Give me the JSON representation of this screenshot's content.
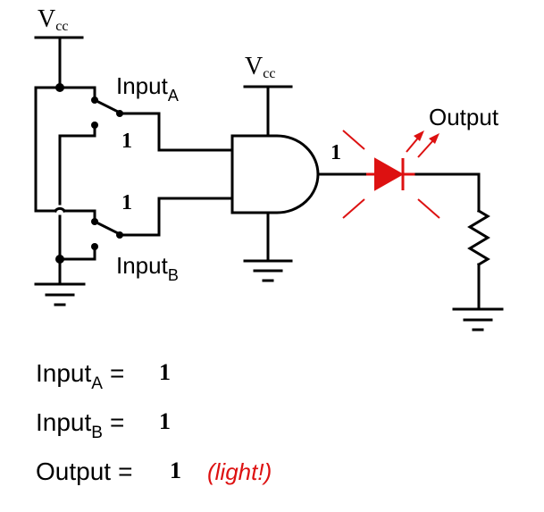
{
  "colors": {
    "wire": "#000000",
    "led": "#dd1111",
    "background": "#ffffff"
  },
  "labels": {
    "vcc_left": {
      "main": "V",
      "sub": "cc"
    },
    "vcc_gate": {
      "main": "V",
      "sub": "cc"
    },
    "input_a": {
      "main": "Input",
      "sub": "A"
    },
    "input_b": {
      "main": "Input",
      "sub": "B"
    },
    "output": "Output",
    "switch_a_state": "1",
    "switch_b_state": "1",
    "gate_output_state": "1"
  },
  "truth": {
    "input_a": {
      "name": "Input",
      "sub": "A",
      "equals": "=",
      "value": "1"
    },
    "input_b": {
      "name": "Input",
      "sub": "B",
      "equals": "=",
      "value": "1"
    },
    "output": {
      "name": "Output",
      "equals": "=",
      "value": "1",
      "note": "(light!)"
    }
  }
}
